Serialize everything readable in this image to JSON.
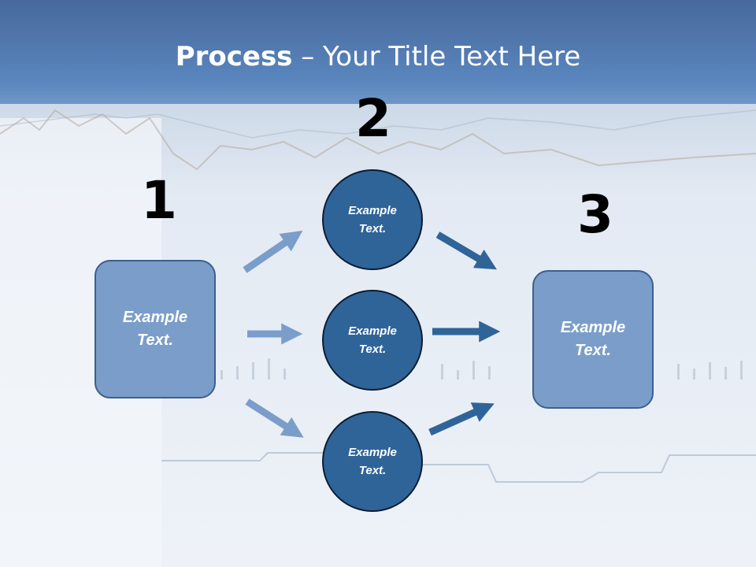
{
  "slide": {
    "title_bold": "Process",
    "title_rest": " – Your Title Text Here"
  },
  "steps": {
    "step1": {
      "number": "1",
      "box": {
        "line1": "Example",
        "line2": "Text."
      }
    },
    "step2": {
      "number": "2",
      "circles": [
        {
          "line1": "Example",
          "line2": "Text."
        },
        {
          "line1": "Example",
          "line2": "Text."
        },
        {
          "line1": "Example",
          "line2": "Text."
        }
      ]
    },
    "step3": {
      "number": "3",
      "box": {
        "line1": "Example",
        "line2": "Text."
      }
    }
  },
  "colors": {
    "header_band": "#4a76ab",
    "box_fill": "#7b9dc9",
    "circle_fill": "#2f6499",
    "arrow_light": "#7b9dc9",
    "arrow_dark": "#2f6499"
  }
}
